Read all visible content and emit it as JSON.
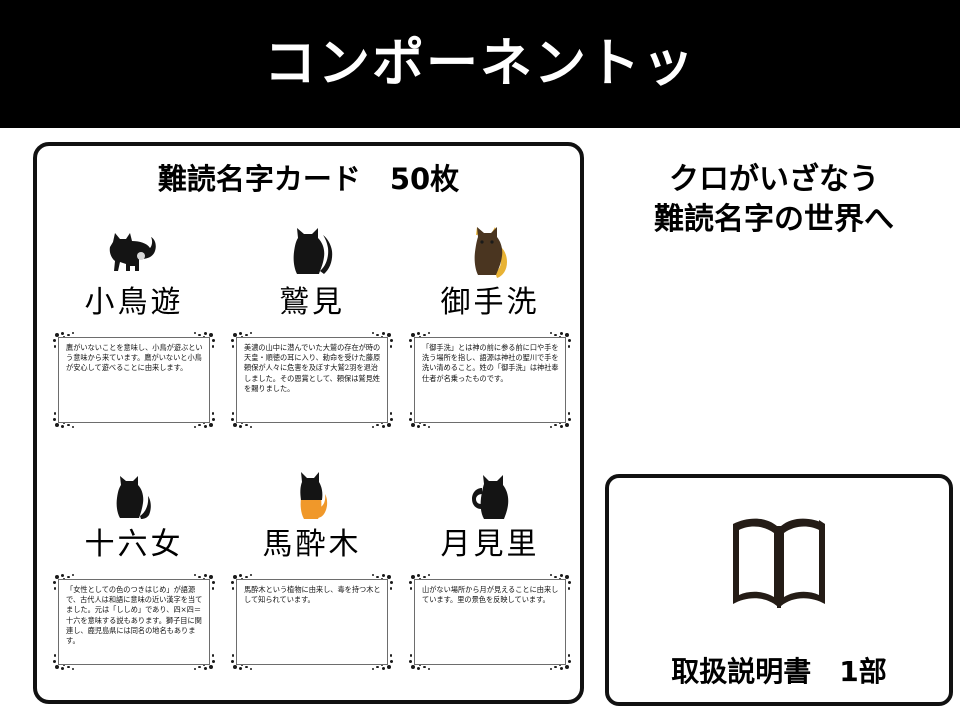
{
  "header": {
    "title": "コンポーネントッ"
  },
  "cards_panel": {
    "title": "難読名字カード　50枚",
    "entries": [
      {
        "cat_icon": "black-cat-walking-icon",
        "name": "小鳥遊",
        "description": "鷹がいないことを意味し、小鳥が遊ぶという意味から来ています。鷹がいないと小鳥が安心して遊べることに由来します。"
      },
      {
        "cat_icon": "black-cat-sitting-icon",
        "name": "鷲見",
        "description": "美濃の山中に潜んでいた大鷲の存在が時の天皇・順徳の耳に入り、勅命を受けた藤原頼保が人々に危害を及ぼす大鷲2羽を退治しました。その恩賞として、頼保は鷲見姓を賜りました。"
      },
      {
        "cat_icon": "golden-tail-cat-sitting-icon",
        "name": "御手洗",
        "description": "「御手洗」とは神の前に参る前に口や手を洗う場所を指し、語源は神社の聖川で手を洗い清めること。姓の「御手洗」は神社奉仕者が名乗ったものです。"
      },
      {
        "cat_icon": "black-cat-sitting-small-icon",
        "name": "十六女",
        "description": "「女性としての色のつきはじめ」が語源で、古代人は和語に意味の近い漢字を当てました。元は「ししめ」であり、四×四＝十六を意味する説もあります。獅子目に関連し、鹿児島県には同名の地名もあります。"
      },
      {
        "cat_icon": "orange-bodied-cat-sitting-icon",
        "name": "馬酔木",
        "description": "馬酔木という植物に由来し、毒を持つ木として知られています。"
      },
      {
        "cat_icon": "black-cat-curled-tail-icon",
        "name": "月見里",
        "description": "山がない場所から月が見えることに由来しています。里の景色を反映しています。"
      }
    ]
  },
  "tagline": {
    "line1": "クロがいざなう",
    "line2": "難読名字の世界へ"
  },
  "manual": {
    "icon": "open-book-icon",
    "label": "取扱説明書　1部"
  },
  "colors": {
    "banner_background": "#000000",
    "banner_text": "#ffffff",
    "panel_border": "#111111",
    "page_background": "#ffffff",
    "cat_black": "#141414",
    "cat_gold": "#e8b234",
    "cat_orange": "#f0982a",
    "cat_brown": "#4a3520"
  }
}
